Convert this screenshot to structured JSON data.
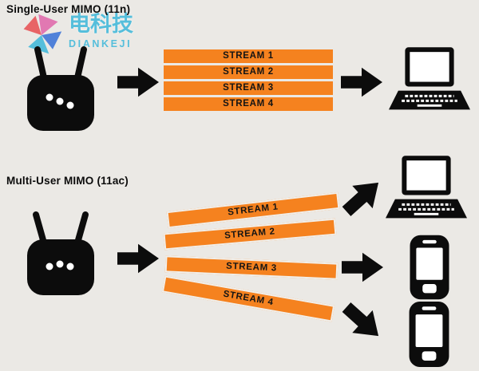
{
  "colors": {
    "background": "#ebe9e5",
    "orange": "#f5821f",
    "ink": "#0c0c0c",
    "watermark_cyan": "#35b5da",
    "logo_red": "#e8474b",
    "logo_pink": "#df60a8",
    "logo_blue": "#2f6bd7",
    "logo_cyan": "#35b5da"
  },
  "watermark": {
    "brand_cn": "电科技",
    "brand_en": "DIANKEJI"
  },
  "icons": [
    "router-icon",
    "arrow-right-icon",
    "laptop-icon",
    "phone-icon",
    "pinwheel-logo-icon"
  ],
  "sections": {
    "single": {
      "title": "Single-User MIMO (11n)",
      "streams": [
        "STREAM 1",
        "STREAM 2",
        "STREAM 3",
        "STREAM 4"
      ],
      "source": "router",
      "targets": [
        "laptop"
      ]
    },
    "multi": {
      "title": "Multi-User MIMO (11ac)",
      "streams": [
        "STREAM 1",
        "STREAM 2",
        "STREAM 3",
        "STREAM 4"
      ],
      "source": "router",
      "targets": [
        "laptop",
        "phone",
        "phone"
      ]
    }
  }
}
